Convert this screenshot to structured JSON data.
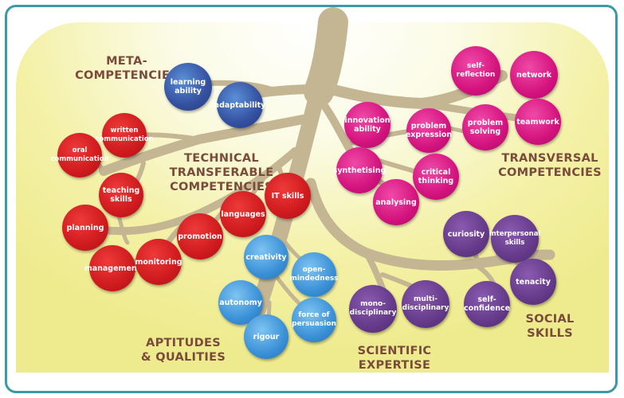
{
  "categories": {
    "meta": "META-\nCOMPETENCIES",
    "technical": "TECHNICAL TRANSFERABLE\nCOMPETENCIES",
    "transversal": "TRANSVERSAL\nCOMPETENCIES",
    "aptitudes": "APTITUDES\n& QUALITIES",
    "scientific": "SCIENTIFIC\nEXPERTISE",
    "social": "SOCIAL\nSKILLS"
  },
  "meta_nodes": [
    "learning\nability",
    "adaptability"
  ],
  "technical_nodes": [
    "written\ncommunication",
    "oral\ncommunication",
    "teaching\nskills",
    "planning",
    "management",
    "monitoring",
    "promotion",
    "languages",
    "IT skills"
  ],
  "transversal_nodes": [
    "self-reflection",
    "network",
    "teamwork",
    "problem\nsolving",
    "problem\nexpression",
    "innovation\nability",
    "synthetising",
    "critical\nthinking",
    "analysing"
  ],
  "aptitude_nodes": [
    "creativity",
    "open-\nmindedness",
    "autonomy",
    "force of\npersuasion",
    "rigour"
  ],
  "scientific_nodes": [
    "mono-\ndisciplinary",
    "multi-\ndisciplinary"
  ],
  "social_nodes": [
    "curiosity",
    "interpersonal\nskills",
    "tenacity",
    "self-\nconfidence"
  ],
  "colors": {
    "frame": "#3a9aa7",
    "trunk": "#c4b693",
    "category_text": "#7a4a3a",
    "technical": "#cf1a1e",
    "meta": "#34509f",
    "transversal": "#d4137e",
    "aptitudes": "#3a90d6",
    "social": "#653a8a",
    "scientific": "#653a8a"
  }
}
